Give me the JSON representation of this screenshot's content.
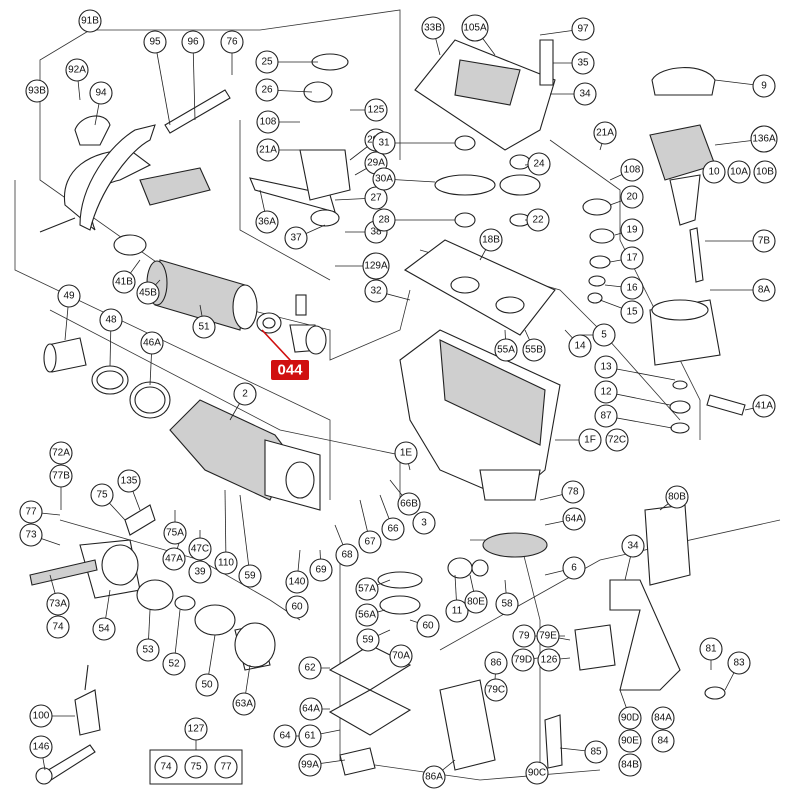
{
  "highlight": {
    "label": "044",
    "color": "#d01010"
  },
  "callouts": [
    "91B",
    "95",
    "96",
    "76",
    "92A",
    "93B",
    "94",
    "25",
    "26",
    "108",
    "21A",
    "125",
    "29B",
    "29A",
    "27",
    "36A",
    "37",
    "38",
    "129A",
    "33B",
    "105A",
    "97",
    "35",
    "34",
    "31",
    "30A",
    "24",
    "28",
    "22",
    "18B",
    "32",
    "55A",
    "55B",
    "9",
    "21A",
    "136A",
    "108",
    "10",
    "10A",
    "10B",
    "20",
    "19",
    "17",
    "16",
    "15",
    "7B",
    "8A",
    "5",
    "14",
    "13",
    "12",
    "87",
    "41A",
    "41B",
    "45B",
    "51",
    "49",
    "48",
    "46A",
    "2",
    "1E",
    "1F",
    "72C",
    "72A",
    "77B",
    "77",
    "73",
    "73A",
    "74",
    "135",
    "75",
    "75A",
    "47A",
    "47C",
    "39",
    "110",
    "59",
    "140",
    "60",
    "69",
    "68",
    "67",
    "66",
    "66B",
    "3",
    "78",
    "64A",
    "6",
    "11",
    "80E",
    "58",
    "57A",
    "56A",
    "60",
    "59",
    "70A",
    "54",
    "53",
    "52",
    "50",
    "63A",
    "62",
    "64A",
    "64",
    "61",
    "99A",
    "100",
    "146",
    "86A",
    "86",
    "79C",
    "79",
    "79E",
    "79D",
    "126",
    "80B",
    "34",
    "81",
    "83",
    "85",
    "90C",
    "90D",
    "90E",
    "84B",
    "84A",
    "84"
  ],
  "kit": {
    "label": "127",
    "items": [
      "74",
      "75",
      "77"
    ]
  }
}
